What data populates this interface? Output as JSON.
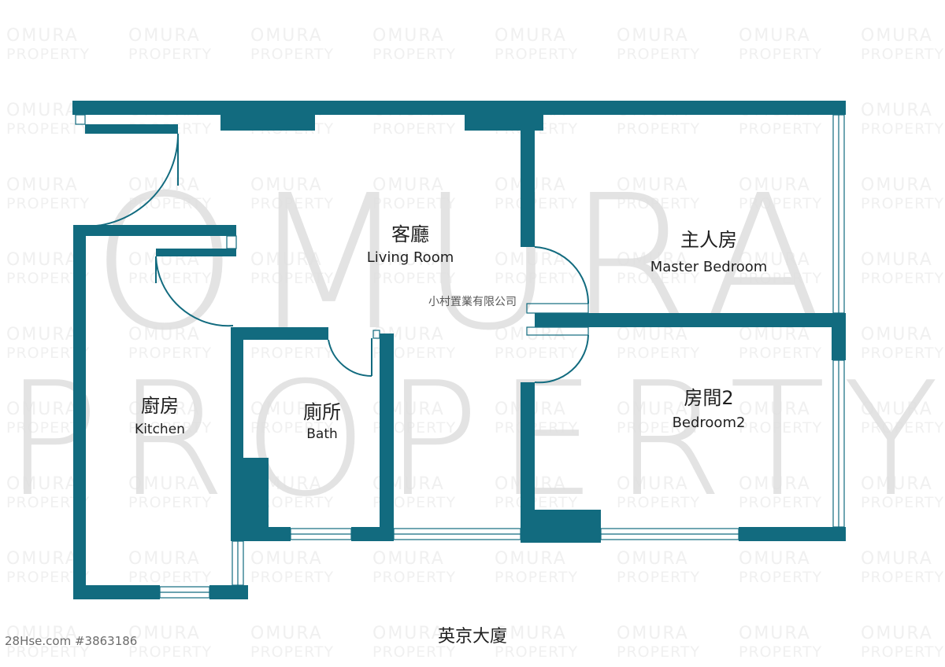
{
  "watermark": {
    "small_line1": "OMURA",
    "small_line2": "PROPERTY",
    "large_line1": "OMURA",
    "large_line2": "PROPERTY"
  },
  "rooms": {
    "living": {
      "zh": "客廳",
      "en": "Living Room"
    },
    "master": {
      "zh": "主人房",
      "en": "Master Bedroom"
    },
    "kitchen": {
      "zh": "廚房",
      "en": "Kitchen"
    },
    "bath": {
      "zh": "廁所",
      "en": "Bath"
    },
    "bedroom2": {
      "zh": "房間2",
      "en": "Bedroom2"
    }
  },
  "company": "小村置業有限公司",
  "building": "英京大廈",
  "listing_ref": "28Hse.com #3863186",
  "colors": {
    "wall": "#126b7f",
    "watermark_small": "#f0f0f0",
    "watermark_large": "#dedede",
    "text": "#1f1f1f"
  }
}
